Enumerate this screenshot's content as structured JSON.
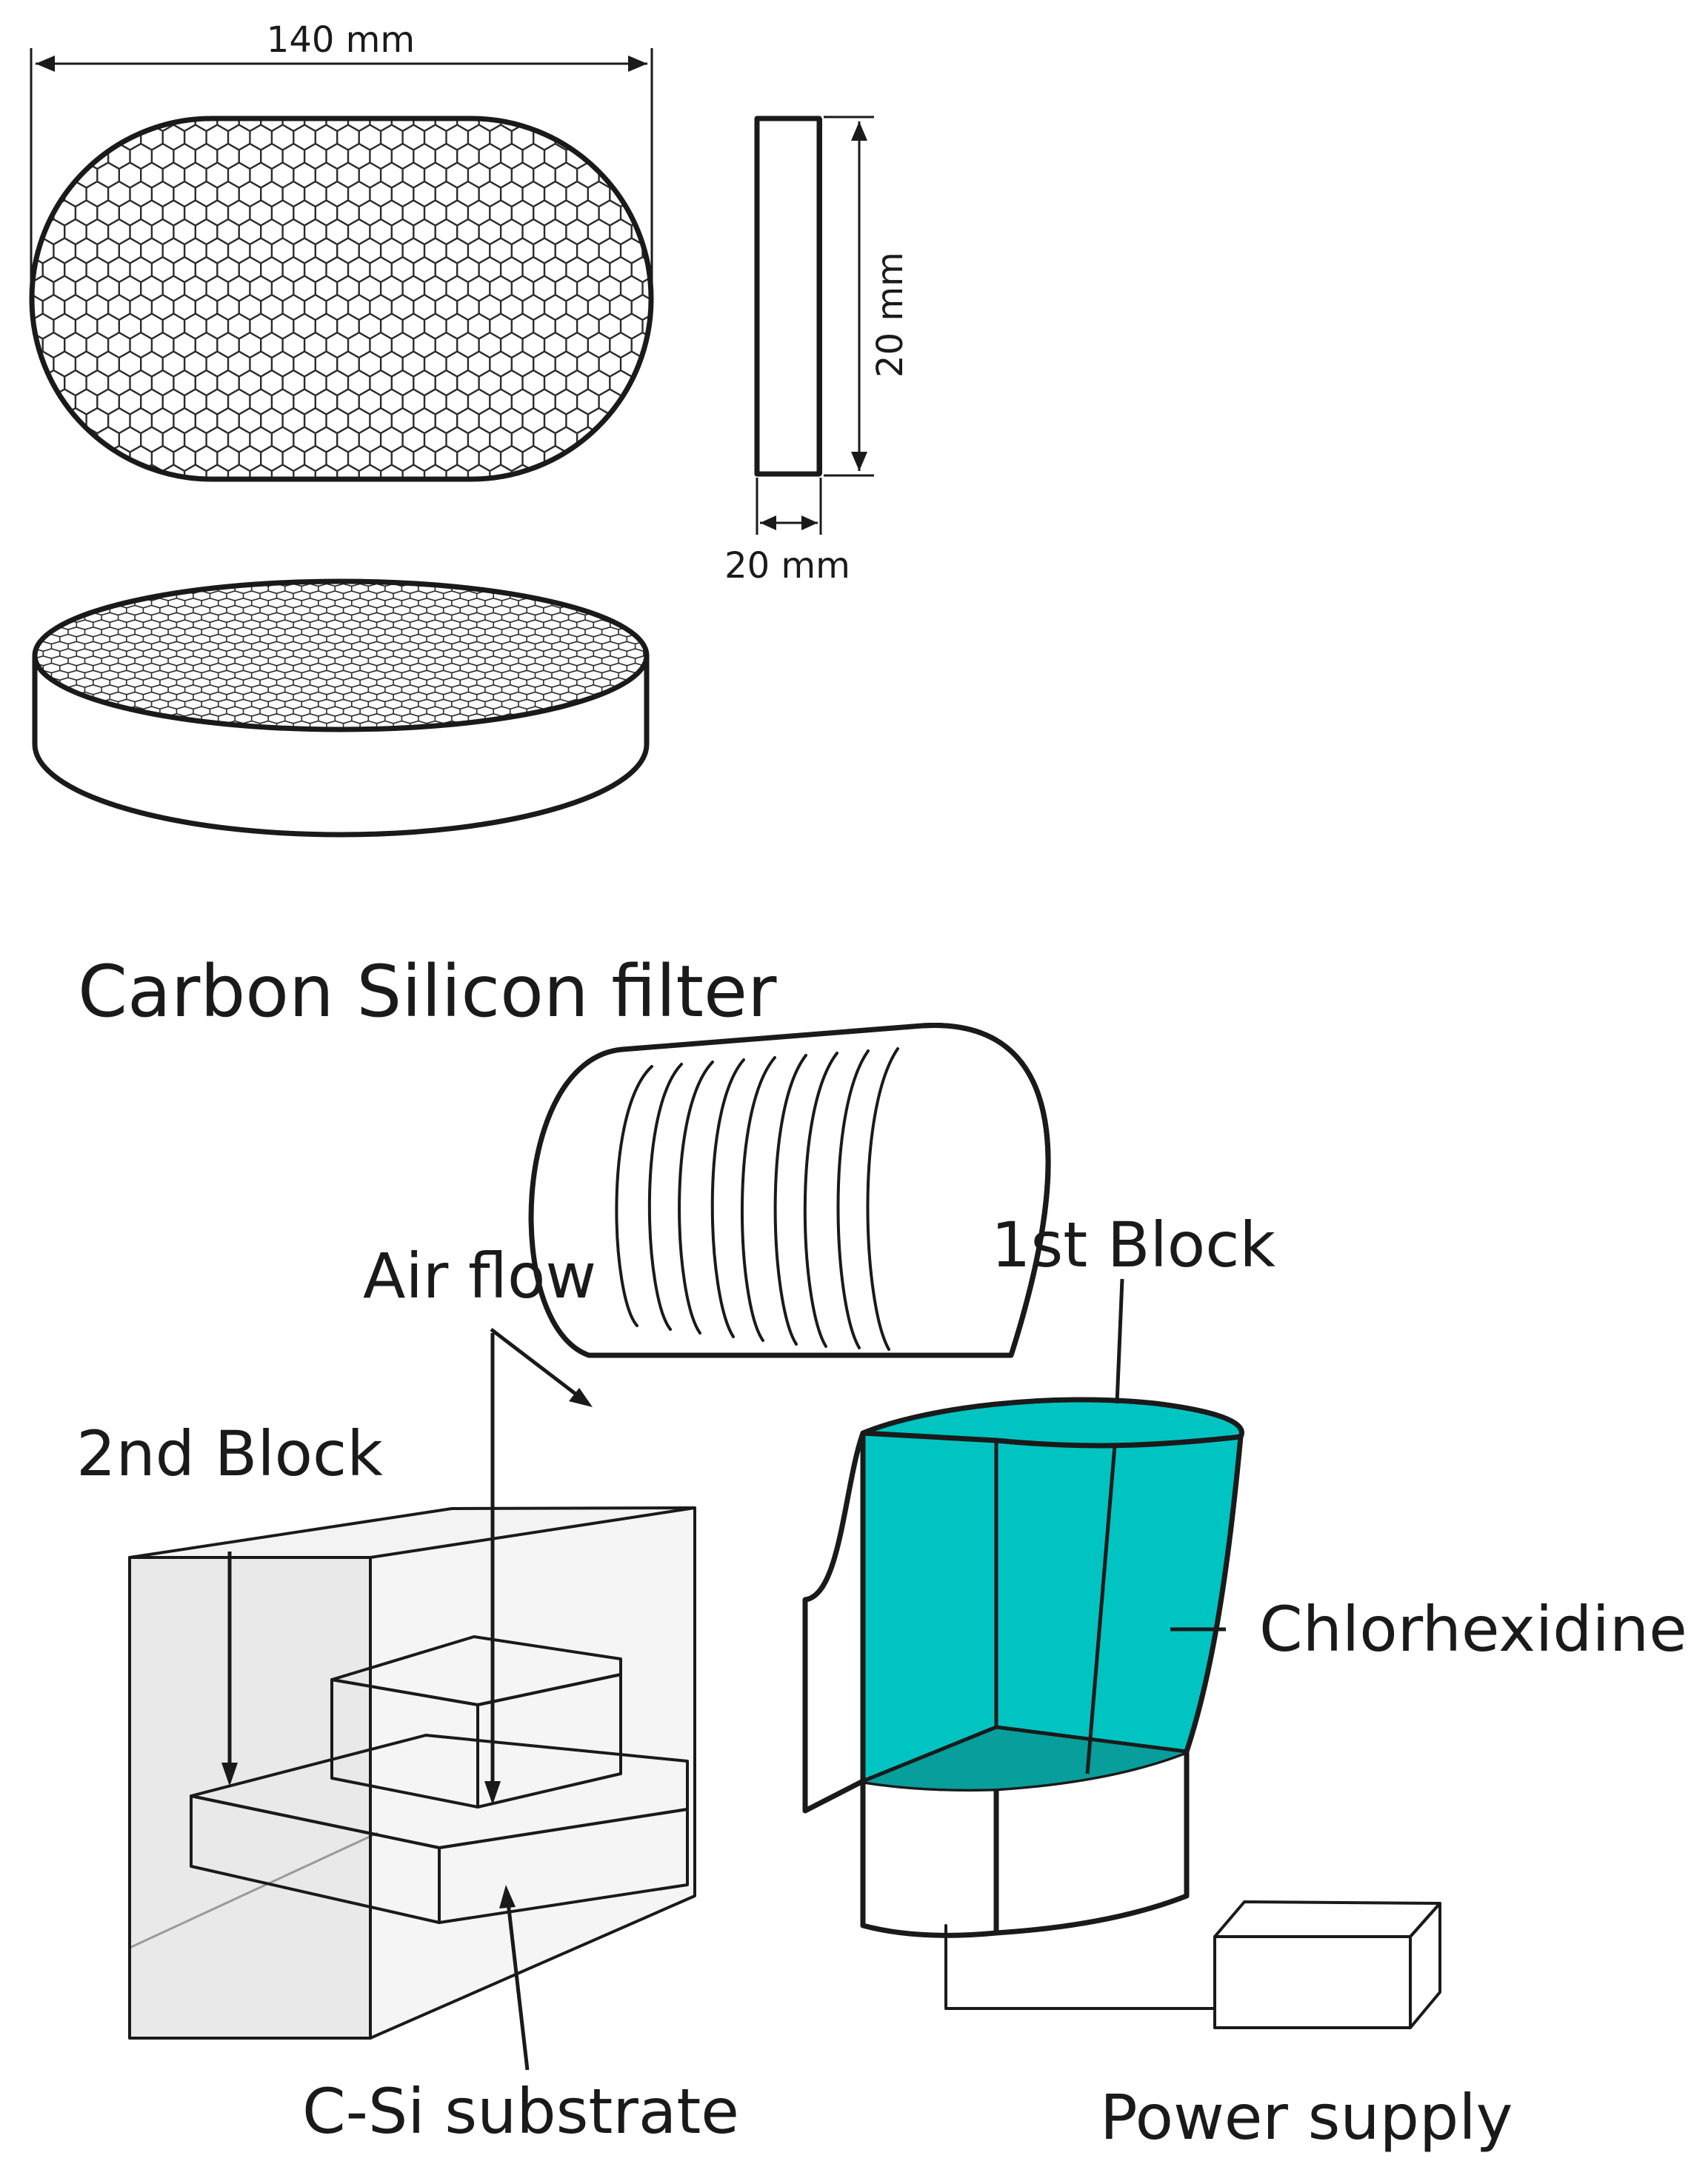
{
  "filter": {
    "width_label": "140 mm",
    "height_label": "20 mm",
    "thickness_label": "20 mm",
    "caption": "Carbon Silicon filter"
  },
  "setup": {
    "air_flow_label": "Air flow",
    "first_block_label": "1st Block",
    "second_block_label": "2nd Block",
    "chlorhexidine_label": "Chlorhexidine",
    "substrate_label": "C-Si substrate",
    "power_supply_label": "Power supply"
  },
  "colors": {
    "chlorhexidine": "#00c4c2",
    "chlorhexidine_dark": "#079e9b",
    "dark_block": "#3c3c3c",
    "substrate": "#a5a5a5",
    "housing": "#f1f1ef",
    "box": "#ececec"
  }
}
